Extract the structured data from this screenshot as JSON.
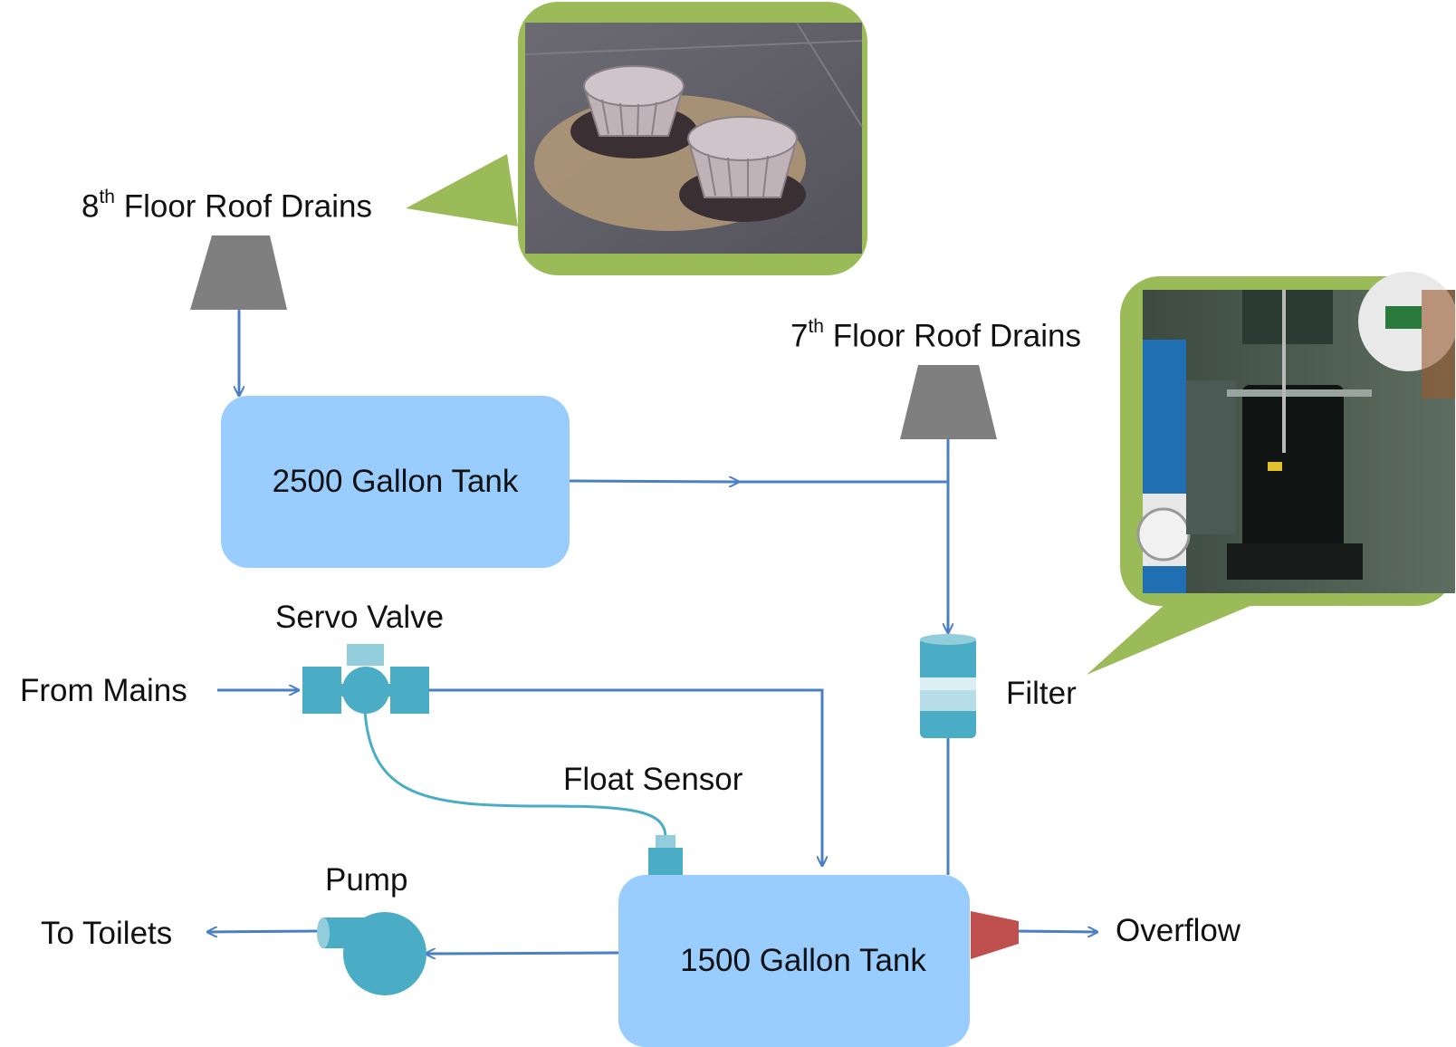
{
  "labels": {
    "roof8_prefix": "8",
    "roof8_sup": "th",
    "roof8_rest": " Floor Roof Drains",
    "roof7_prefix": "7",
    "roof7_sup": "th",
    "roof7_rest": " Floor Roof Drains",
    "servo_valve": "Servo Valve",
    "from_mains": "From Mains",
    "float_sensor": "Float Sensor",
    "filter": "Filter",
    "pump": "Pump",
    "to_toilets": "To Toilets",
    "overflow": "Overflow"
  },
  "tanks": {
    "upper": "2500 Gallon Tank",
    "lower": "1500 Gallon Tank"
  },
  "colors": {
    "tank_fill": "#99ccff",
    "pipe": "#4a7fc1",
    "device": "#4aacc5",
    "device_light": "#92cddc",
    "drain": "#7f7f7f",
    "callout": "#9bbb59",
    "overflow_nozzle": "#c0504d"
  },
  "icons": [
    "roof-drain-8-icon",
    "roof-drain-7-icon",
    "servo-valve-icon",
    "float-sensor-icon",
    "filter-icon",
    "pump-icon",
    "overflow-nozzle-icon"
  ]
}
